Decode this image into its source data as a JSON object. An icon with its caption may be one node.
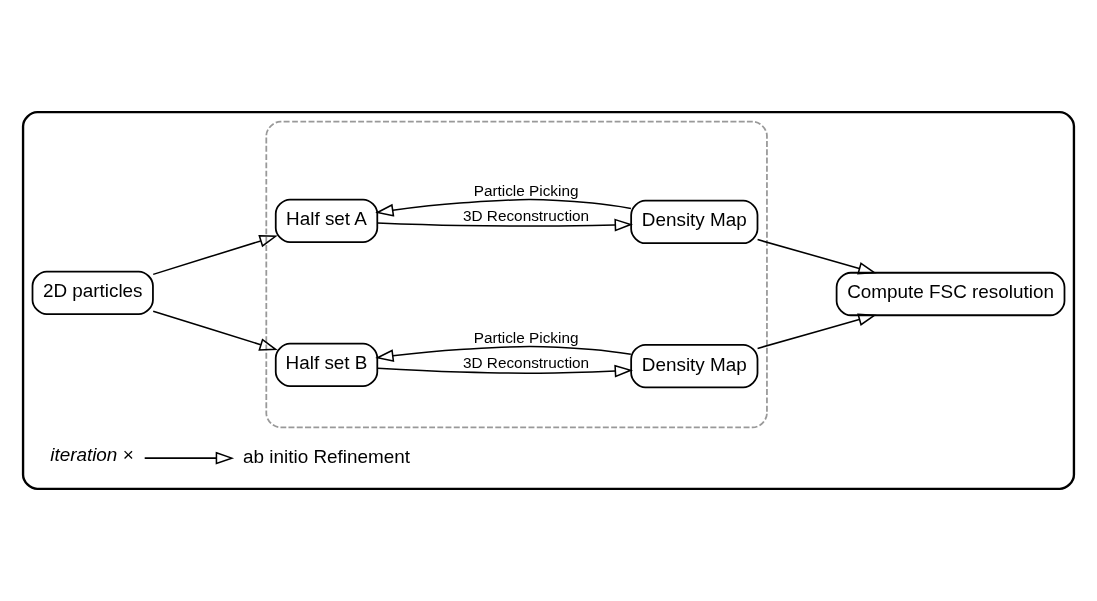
{
  "diagram": {
    "nodes": [
      {
        "text": [],
        "shape": "box"
      },
      {
        "text": [
          "2D particles"
        ],
        "in": 0
      },
      {
        "text": [],
        "shape": "box",
        "in": 0
      },
      {
        "text": [
          "Half set A"
        ],
        "in": 2
      },
      {
        "text": [
          "Density Map"
        ],
        "in": 2
      },
      {
        "text": [
          "Half set B"
        ],
        "in": 2
      },
      {
        "text": [
          "Density Map"
        ],
        "in": 2
      },
      {
        "text": [
          "Compute FSC resolution"
        ],
        "in": 0
      },
      {
        "text": [
          "iteration ×"
        ],
        "in": 0
      },
      {
        "text": [
          "ab initio Refinement"
        ],
        "in": 0
      }
    ],
    "edges": [
      {
        "from": 1,
        "to": 3,
        "arrow": "to"
      },
      {
        "from": 1,
        "to": 5,
        "arrow": "to"
      },
      {
        "from": 3,
        "to": 4,
        "arrow": "to",
        "label": "3D Reconstruction"
      },
      {
        "from": 4,
        "to": 3,
        "arrow": "to",
        "label": "Particle Picking"
      },
      {
        "from": 5,
        "to": 6,
        "arrow": "to",
        "label": "3D Reconstruction"
      },
      {
        "from": 6,
        "to": 5,
        "arrow": "to",
        "label": "Particle Picking"
      },
      {
        "from": 4,
        "to": 7,
        "arrow": "to"
      },
      {
        "from": 6,
        "to": 7,
        "arrow": "to"
      },
      {
        "from": 8,
        "to": 9,
        "arrow": "to"
      }
    ]
  }
}
